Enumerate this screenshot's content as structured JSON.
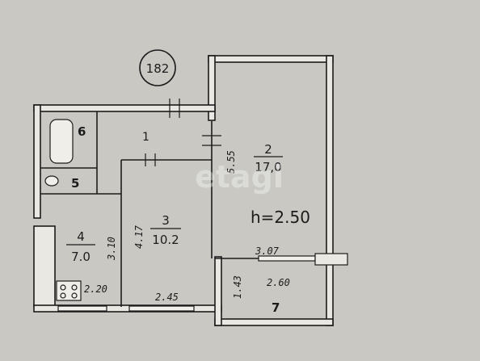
{
  "building_number": "182",
  "rooms": [
    {
      "number": "1"
    },
    {
      "number": "2",
      "area": "17,0"
    },
    {
      "number": "3",
      "area": "10.2"
    },
    {
      "number": "4",
      "area": "7.0"
    },
    {
      "number": "5"
    },
    {
      "number": "6"
    },
    {
      "number": "7"
    }
  ],
  "ceiling_height": "h=2.50",
  "dimensions": [
    "5.55",
    "3.07",
    "2.60",
    "1.43",
    "4.17",
    "3.10",
    "2.20",
    "2.45"
  ],
  "watermark": "etagi",
  "colors": {
    "paper": "#c9c8c3",
    "ink": "#1c1c1c",
    "wall_fill": "#e9e8e2"
  }
}
